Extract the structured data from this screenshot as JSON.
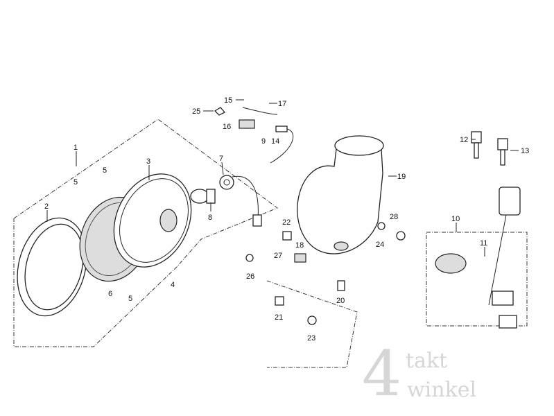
{
  "watermark": {
    "digit": "4",
    "line1": "takt",
    "line2": "winkel"
  },
  "callouts": [
    "1",
    "2",
    "3",
    "4",
    "5",
    "5",
    "5",
    "6",
    "7",
    "8",
    "9",
    "10",
    "11",
    "12",
    "13",
    "14",
    "15",
    "16",
    "17",
    "18",
    "19",
    "20",
    "21",
    "22",
    "23",
    "24",
    "25",
    "26",
    "27",
    "28"
  ]
}
